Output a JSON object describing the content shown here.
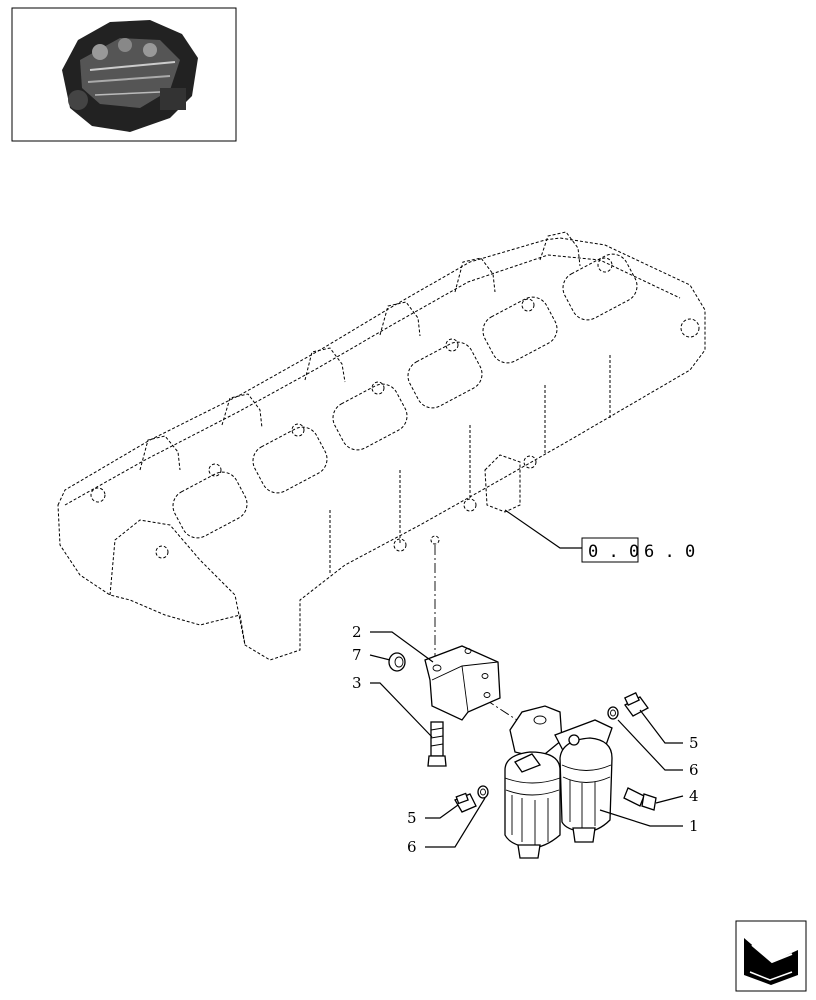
{
  "reference": {
    "boxed": "0 . 0",
    "suffix": "6 . 0"
  },
  "callouts": [
    {
      "id": "c1",
      "label": "1"
    },
    {
      "id": "c2",
      "label": "2"
    },
    {
      "id": "c3",
      "label": "3"
    },
    {
      "id": "c4",
      "label": "4"
    },
    {
      "id": "c5a",
      "label": "5"
    },
    {
      "id": "c5b",
      "label": "5"
    },
    {
      "id": "c6a",
      "label": "6"
    },
    {
      "id": "c6b",
      "label": "6"
    },
    {
      "id": "c7",
      "label": "7"
    }
  ],
  "icons": {
    "thumbnail": "engine-thumbnail-icon",
    "navigation": "previous-page-arrow-icon"
  }
}
